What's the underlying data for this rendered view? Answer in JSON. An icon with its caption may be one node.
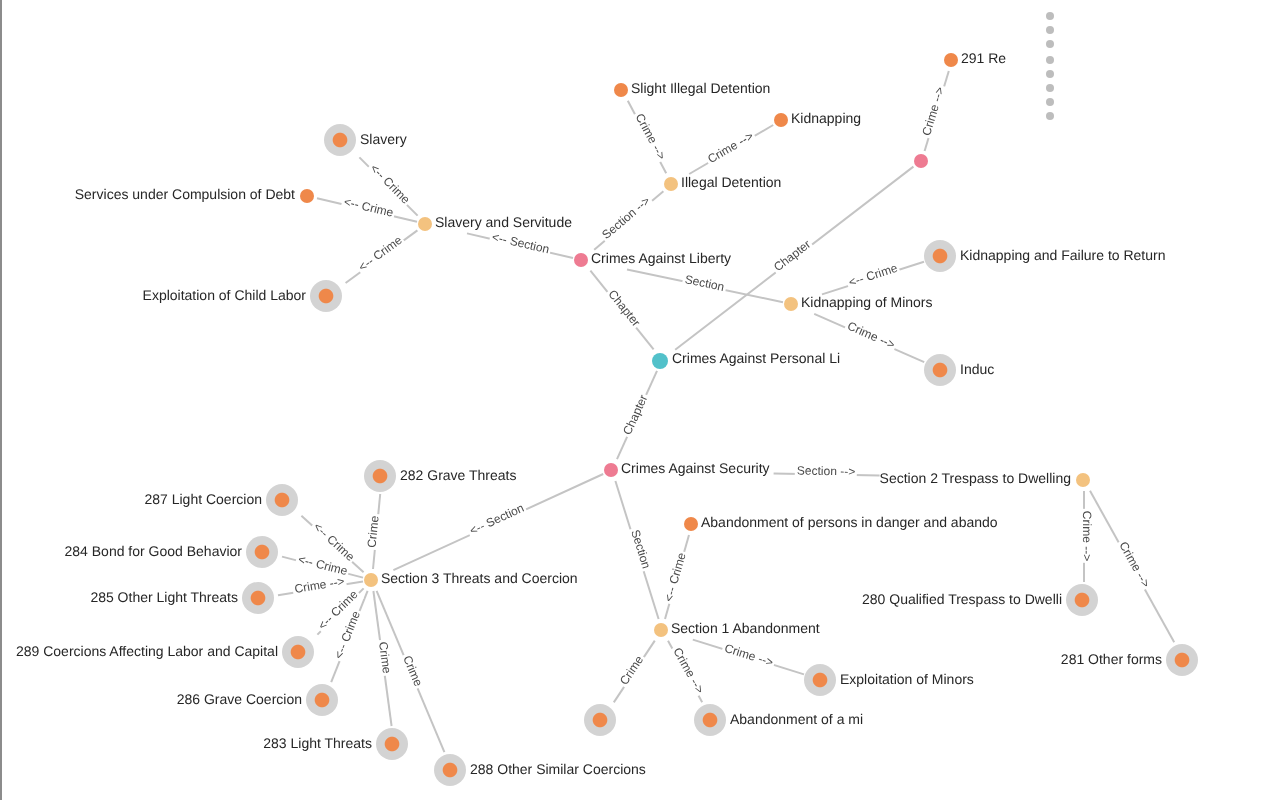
{
  "diagram": {
    "nodes": [
      {
        "text": [
          "Crimes Against Personal Li"
        ]
      },
      {
        "text": [
          "Crimes Against Liberty"
        ]
      },
      {
        "text": [
          "Crimes Against Security"
        ]
      },
      {
        "text": [],
        "shape": "circle"
      },
      {
        "text": [
          "Illegal Detention"
        ]
      },
      {
        "text": [
          "Kidnapping of Minors"
        ]
      },
      {
        "text": [
          "Slavery and Servitude"
        ]
      },
      {
        "text": [
          "Section 1 Abandonment"
        ]
      },
      {
        "text": [
          "Section 2 Trespass to Dwelling"
        ]
      },
      {
        "text": [
          "Section 3 Threats and Coercion"
        ]
      },
      {
        "text": [
          "Slight Illegal Detention"
        ]
      },
      {
        "text": [
          "291 Re"
        ]
      },
      {
        "text": [
          "Kidnapping"
        ]
      },
      {
        "text": [
          "Kidnapping and Failure to Return"
        ]
      },
      {
        "text": [
          "Induc"
        ]
      },
      {
        "text": [
          "Slavery"
        ]
      },
      {
        "text": [
          "Services under Compulsion of Debt"
        ]
      },
      {
        "text": [
          "Exploitation of Child Labor"
        ]
      },
      {
        "text": [
          "282 Grave Threats"
        ]
      },
      {
        "text": [
          "287 Light Coercion"
        ]
      },
      {
        "text": [
          "284 Bond for Good Behavior"
        ]
      },
      {
        "text": [
          "285 Other Light Threats"
        ]
      },
      {
        "text": [
          "289 Coercions Affecting Labor and Capital"
        ]
      },
      {
        "text": [],
        "shape": "circle"
      },
      {
        "text": [
          "286 Grave Coercion"
        ]
      },
      {
        "text": [
          "283 Light Threats"
        ]
      },
      {
        "text": [
          "288 Other Similar Coercions"
        ]
      },
      {
        "text": [
          "Abandonment of persons in danger and abando"
        ]
      },
      {
        "text": [
          "Exploitation of Minors"
        ]
      },
      {
        "text": [
          "Abandonment of a mi"
        ]
      },
      {
        "text": [
          "281 Other forms"
        ]
      },
      {
        "text": [
          "280 Qualified Trespass to Dwelli"
        ]
      }
    ],
    "edges": [
      {
        "from": 0,
        "to": 1,
        "arrow": "none",
        "label": "Chapter"
      },
      {
        "from": 0,
        "to": 2,
        "arrow": "none",
        "label": "Chapter"
      },
      {
        "from": 0,
        "to": 3,
        "arrow": "none",
        "label": "Chapter"
      },
      {
        "from": 1,
        "to": 4,
        "arrow": "none",
        "label": "Section -->"
      },
      {
        "from": 1,
        "to": 5,
        "arrow": "none",
        "label": "Section"
      },
      {
        "from": 1,
        "to": 6,
        "arrow": "none",
        "label": "<-- Section"
      },
      {
        "from": 4,
        "to": 10,
        "arrow": "none",
        "label": "Crime -->"
      },
      {
        "from": 4,
        "to": 12,
        "arrow": "none",
        "label": "Crime -->"
      },
      {
        "from": 3,
        "to": 11,
        "arrow": "none",
        "label": "Crime -->"
      },
      {
        "from": 5,
        "to": 13,
        "arrow": "none",
        "label": "<-- Crime"
      },
      {
        "from": 5,
        "to": 14,
        "arrow": "none",
        "label": "Crime -->"
      },
      {
        "from": 6,
        "to": 15,
        "arrow": "none",
        "label": "<-- Crime"
      },
      {
        "from": 6,
        "to": 16,
        "arrow": "none",
        "label": "<-- Crime"
      },
      {
        "from": 6,
        "to": 17,
        "arrow": "none",
        "label": "<-- Crime"
      },
      {
        "from": 2,
        "to": 9,
        "arrow": "none",
        "label": "<-- Section"
      },
      {
        "from": 2,
        "to": 7,
        "arrow": "none",
        "label": "Section"
      },
      {
        "from": 2,
        "to": 8,
        "arrow": "none",
        "label": "Section -->"
      },
      {
        "from": 9,
        "to": 18,
        "arrow": "none",
        "label": "Crime"
      },
      {
        "from": 9,
        "to": 19,
        "arrow": "none",
        "label": "<-- Crime"
      },
      {
        "from": 9,
        "to": 20,
        "arrow": "none",
        "label": "<-- Crime"
      },
      {
        "from": 9,
        "to": 21,
        "arrow": "none",
        "label": "Crime -->"
      },
      {
        "from": 9,
        "to": 22,
        "arrow": "none",
        "label": "<-- Crime"
      },
      {
        "from": 9,
        "to": 24,
        "arrow": "none",
        "label": "<-- Crime"
      },
      {
        "from": 9,
        "to": 25,
        "arrow": "none",
        "label": "Crime"
      },
      {
        "from": 9,
        "to": 26,
        "arrow": "none",
        "label": "Crime"
      },
      {
        "from": 7,
        "to": 27,
        "arrow": "none",
        "label": "<-- Crime"
      },
      {
        "from": 7,
        "to": 28,
        "arrow": "none",
        "label": "Crime -->"
      },
      {
        "from": 7,
        "to": 29,
        "arrow": "none",
        "label": "Crime -->"
      },
      {
        "from": 7,
        "to": 23,
        "arrow": "none",
        "label": "Crime"
      },
      {
        "from": 8,
        "to": 30,
        "arrow": "none",
        "label": "Crime -->"
      },
      {
        "from": 8,
        "to": 31,
        "arrow": "none",
        "label": "Crime -->"
      }
    ]
  }
}
